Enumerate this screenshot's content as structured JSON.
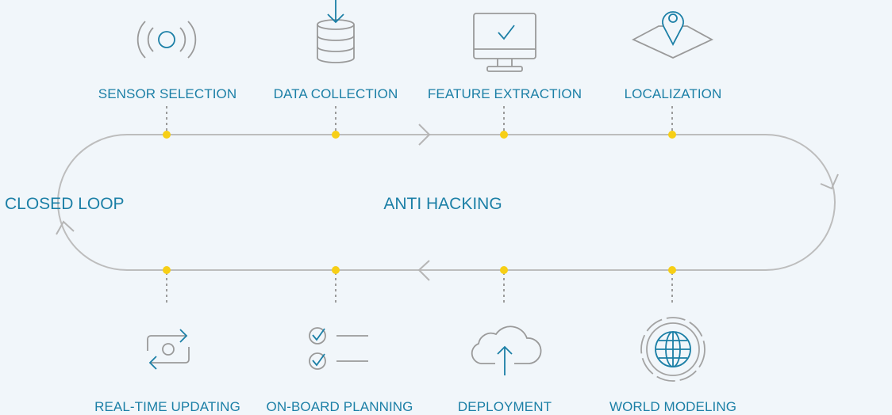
{
  "diagram": {
    "top_steps": [
      {
        "label": "SENSOR SELECTION",
        "icon": "sensor-icon"
      },
      {
        "label": "DATA COLLECTION",
        "icon": "database-download-icon"
      },
      {
        "label": "FEATURE EXTRACTION",
        "icon": "monitor-check-icon"
      },
      {
        "label": "LOCALIZATION",
        "icon": "map-pin-icon"
      }
    ],
    "bottom_steps": [
      {
        "label": "REAL-TIME UPDATING",
        "icon": "sync-icon"
      },
      {
        "label": "ON-BOARD PLANNING",
        "icon": "checklist-icon"
      },
      {
        "label": "DEPLOYMENT",
        "icon": "cloud-upload-icon"
      },
      {
        "label": "WORLD MODELING",
        "icon": "globe-icon"
      }
    ],
    "left_label": "CLOSED LOOP",
    "center_label": "ANTI HACKING"
  },
  "colors": {
    "text": "#1b7fa6",
    "line": "#b9b9b9",
    "dot": "#f7cf16",
    "icon": "#9a9a9a",
    "icon_accent": "#1b7fa6",
    "background": "#f1f6fa"
  }
}
